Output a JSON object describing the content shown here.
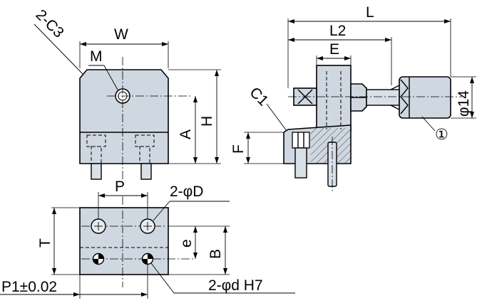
{
  "dimension_labels": {
    "chamfer_front": "2-C3",
    "width": "W",
    "tap": "M",
    "height_total": "H",
    "height_a": "A",
    "pitch": "P",
    "hole_d": "2-φD",
    "thickness": "T",
    "offset_e": "e",
    "depth_b": "B",
    "tolerance_p1": "P1±0.02",
    "pin_d": "2-φd H7",
    "length": "L",
    "length_l2": "L2",
    "length_e": "E",
    "chamfer_side": "C1",
    "flange_f": "F",
    "diameter": "φ14",
    "note_marker": "①"
  },
  "colors": {
    "part_fill": "#cfd7e1",
    "outline": "#000000",
    "background": "#ffffff"
  }
}
